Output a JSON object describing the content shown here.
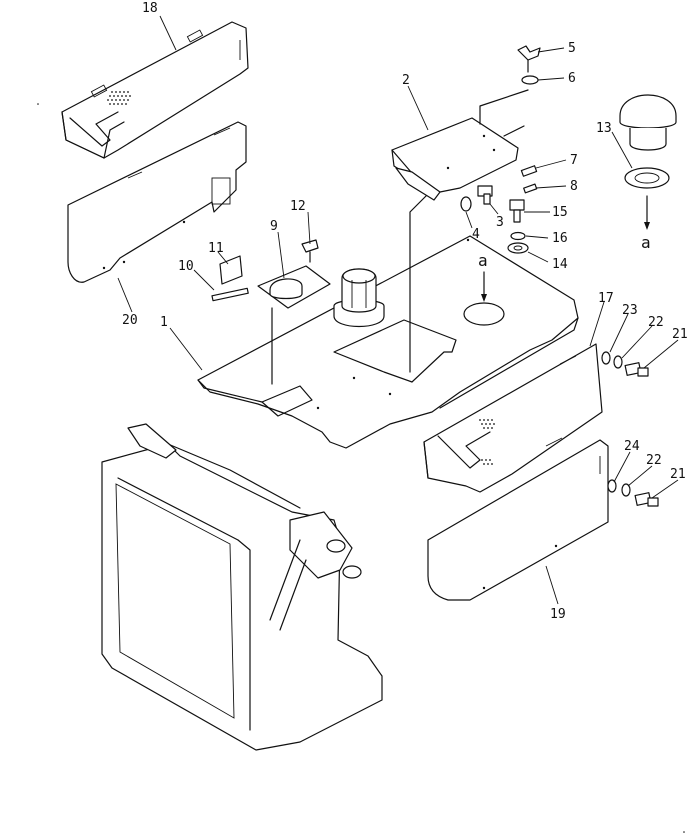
{
  "diagram": {
    "callouts": [
      {
        "id": "c18",
        "text": "18"
      },
      {
        "id": "c5",
        "text": "5"
      },
      {
        "id": "c6",
        "text": "6"
      },
      {
        "id": "c2",
        "text": "2"
      },
      {
        "id": "c13",
        "text": "13"
      },
      {
        "id": "c7",
        "text": "7"
      },
      {
        "id": "c8",
        "text": "8"
      },
      {
        "id": "c3",
        "text": "3"
      },
      {
        "id": "c15",
        "text": "15"
      },
      {
        "id": "c12",
        "text": "12"
      },
      {
        "id": "c9",
        "text": "9"
      },
      {
        "id": "c4",
        "text": "4"
      },
      {
        "id": "c16",
        "text": "16"
      },
      {
        "id": "c14",
        "text": "14"
      },
      {
        "id": "c11",
        "text": "11"
      },
      {
        "id": "c10",
        "text": "10"
      },
      {
        "id": "ca1",
        "text": "a"
      },
      {
        "id": "ca2",
        "text": "a"
      },
      {
        "id": "c20",
        "text": "20"
      },
      {
        "id": "c1",
        "text": "1"
      },
      {
        "id": "c17",
        "text": "17"
      },
      {
        "id": "c23",
        "text": "23"
      },
      {
        "id": "c22a",
        "text": "22"
      },
      {
        "id": "c21a",
        "text": "21"
      },
      {
        "id": "c24",
        "text": "24"
      },
      {
        "id": "c22b",
        "text": "22"
      },
      {
        "id": "c21b",
        "text": "21"
      },
      {
        "id": "c19",
        "text": "19"
      }
    ]
  }
}
